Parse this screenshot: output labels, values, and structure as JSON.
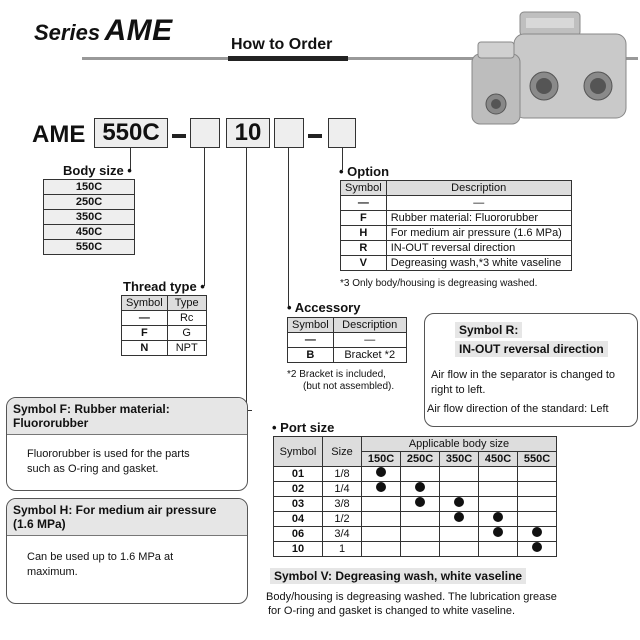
{
  "header": {
    "series_word": "Series",
    "series_name": "AME",
    "how_to_order": "How to Order"
  },
  "code": {
    "prefix": "AME",
    "body": "550C",
    "port": "10"
  },
  "body_size": {
    "label": "Body size",
    "items": [
      "150C",
      "250C",
      "350C",
      "450C",
      "550C"
    ]
  },
  "thread_type": {
    "label": "Thread type",
    "headers": [
      "Symbol",
      "Type"
    ],
    "rows": [
      [
        "—",
        "Rc"
      ],
      [
        "F",
        "G"
      ],
      [
        "N",
        "NPT"
      ]
    ]
  },
  "option": {
    "label": "Option",
    "headers": [
      "Symbol",
      "Description"
    ],
    "rows": [
      [
        "—",
        "—"
      ],
      [
        "F",
        "Rubber material: Fluororubber"
      ],
      [
        "H",
        "For medium air pressure (1.6 MPa)"
      ],
      [
        "R",
        "IN-OUT reversal direction"
      ],
      [
        "V",
        "Degreasing wash,*3 white vaseline"
      ]
    ],
    "note": "*3  Only body/housing is degreasing washed."
  },
  "accessory": {
    "label": "Accessory",
    "headers": [
      "Symbol",
      "Description"
    ],
    "rows": [
      [
        "—",
        "—"
      ],
      [
        "B",
        "Bracket *2"
      ]
    ],
    "note1": "*2  Bracket is included,",
    "note2": "(but not assembled)."
  },
  "port_size": {
    "label": "Port size",
    "h_symbol": "Symbol",
    "h_size": "Size",
    "h_applicable": "Applicable body size",
    "cols": [
      "150C",
      "250C",
      "350C",
      "450C",
      "550C"
    ],
    "rows": [
      {
        "sym": "01",
        "size": "1/8",
        "dots": [
          1,
          0,
          0,
          0,
          0
        ]
      },
      {
        "sym": "02",
        "size": "1/4",
        "dots": [
          1,
          1,
          0,
          0,
          0
        ]
      },
      {
        "sym": "03",
        "size": "3/8",
        "dots": [
          0,
          1,
          1,
          0,
          0
        ]
      },
      {
        "sym": "04",
        "size": "1/2",
        "dots": [
          0,
          0,
          1,
          1,
          0
        ]
      },
      {
        "sym": "06",
        "size": "3/4",
        "dots": [
          0,
          0,
          0,
          1,
          1
        ]
      },
      {
        "sym": "10",
        "size": "1",
        "dots": [
          0,
          0,
          0,
          0,
          1
        ]
      }
    ]
  },
  "panel_f": {
    "title": "Symbol F: Rubber material: Fluororubber",
    "line1": "Fluororubber is used for the parts",
    "line2": "such as O-ring and gasket."
  },
  "panel_h": {
    "title1": "Symbol H: For medium air pressure",
    "title2": "(1.6 MPa)",
    "line1": "Can be used up to 1.6 MPa at",
    "line2": "maximum."
  },
  "panel_r": {
    "title1": "Symbol R:",
    "title2": "IN-OUT reversal direction",
    "line1": "Air flow in the separator is changed to",
    "line2": "right to left.",
    "line3": "Air flow direction of the standard: Left"
  },
  "panel_v": {
    "title": "Symbol V: Degreasing wash, white vaseline",
    "line1": "Body/housing is degreasing washed. The lubrication grease",
    "line2": "for O-ring and gasket is changed to white vaseline."
  }
}
